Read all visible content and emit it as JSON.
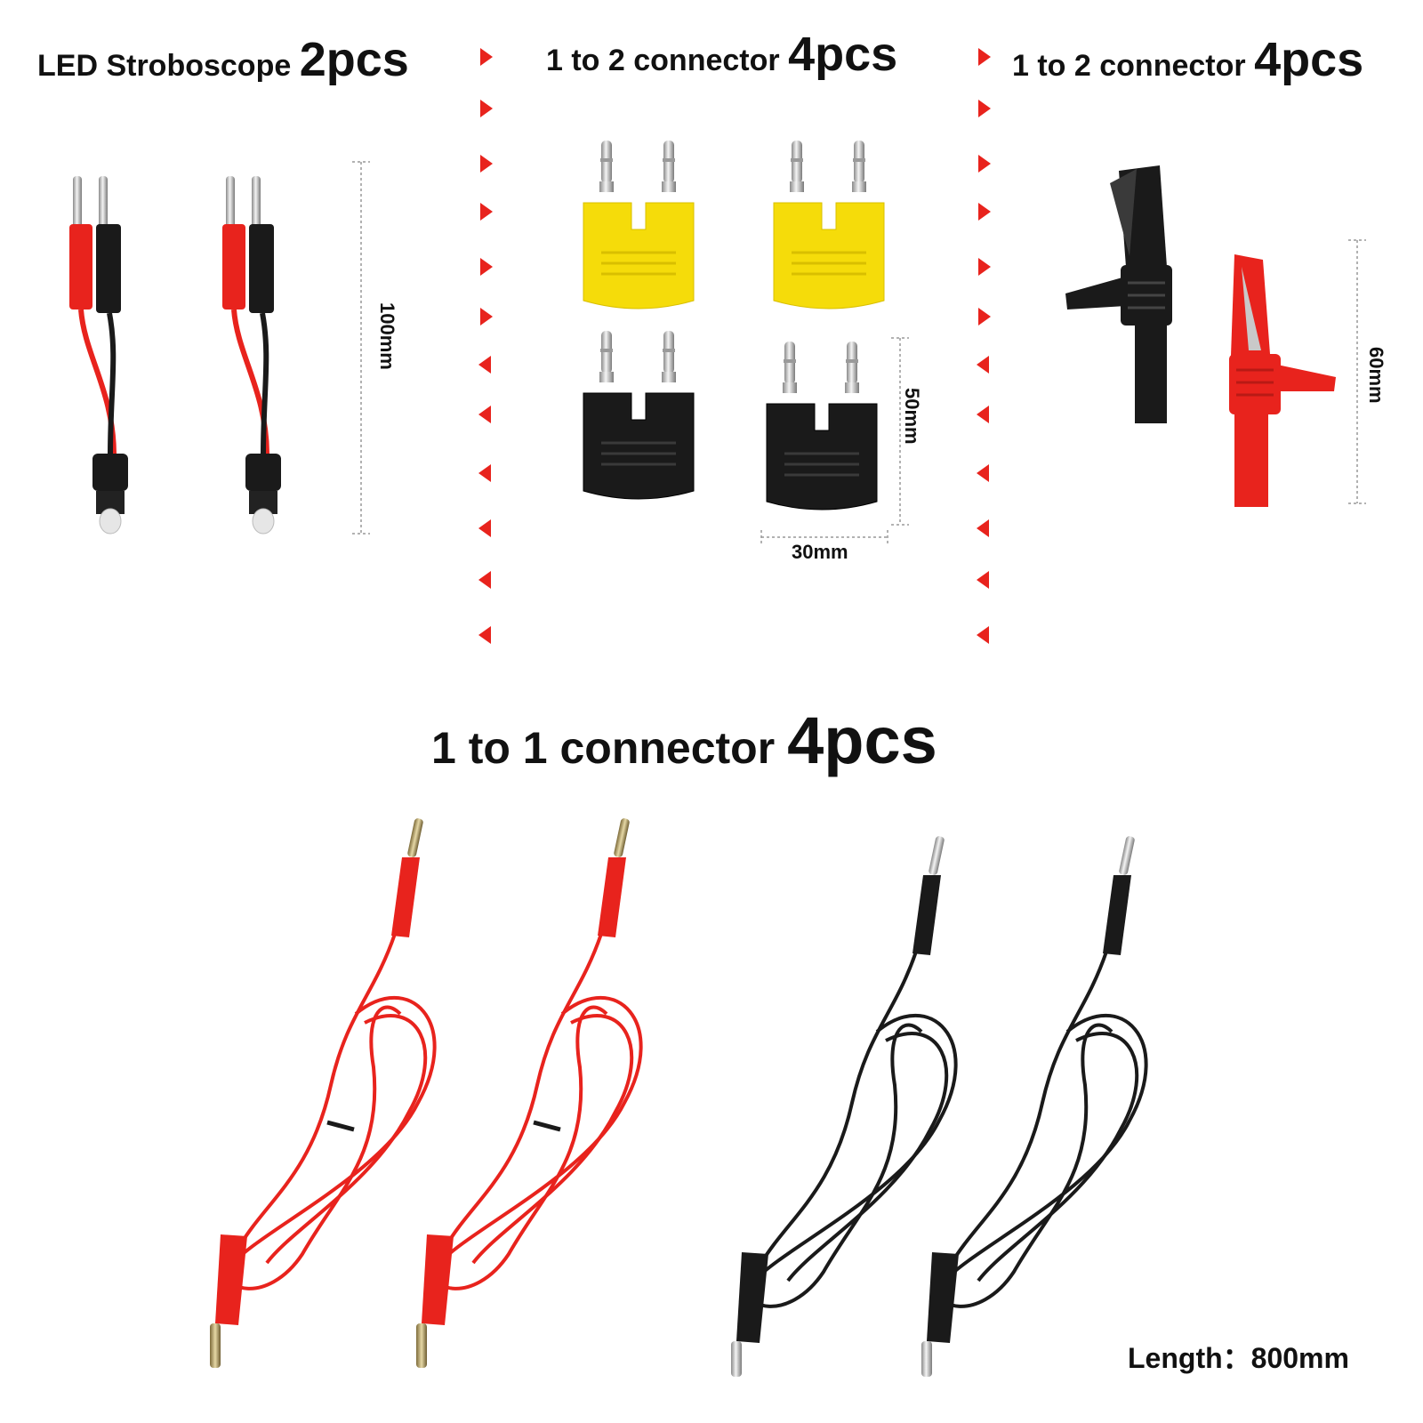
{
  "sections": {
    "led": {
      "label": "LED Stroboscope",
      "qty": "2pcs",
      "dimension": "100mm"
    },
    "plug_adapter": {
      "label": "1 to 2 connector",
      "qty": "4pcs",
      "dim_height": "50mm",
      "dim_width": "30mm"
    },
    "clip_adapter": {
      "label": "1 to 2 connector",
      "qty": "4pcs",
      "dimension": "60mm"
    },
    "test_leads": {
      "label": "1 to 1 connector",
      "qty": "4pcs",
      "length_text": "Length：800mm"
    }
  },
  "colors": {
    "red": "#e8231d",
    "black": "#1a1a1a",
    "yellow": "#f5dc0a",
    "divider": "#e8231d"
  },
  "icons": [
    "chevron-right-icon",
    "chevron-left-icon"
  ]
}
